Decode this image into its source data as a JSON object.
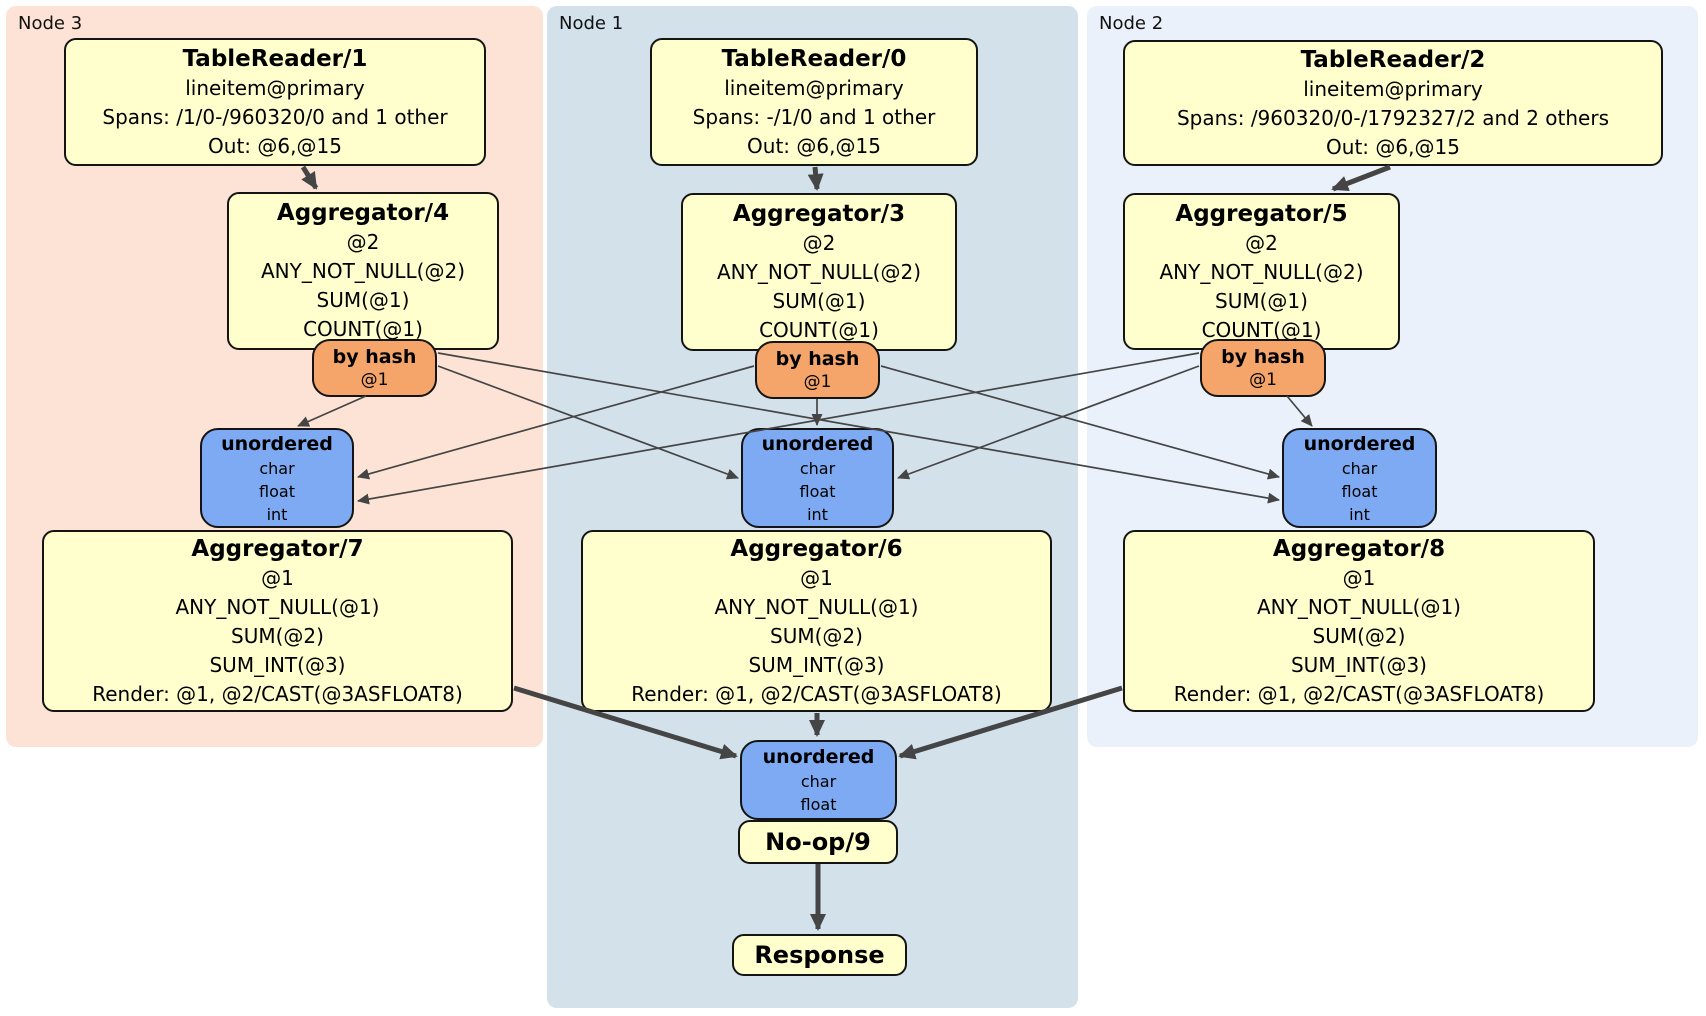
{
  "nodes": {
    "node3": {
      "label": "Node 3",
      "table_reader": {
        "title": "TableReader/1",
        "lines": [
          "lineitem@primary",
          "Spans: /1/0-/960320/0 and 1 other",
          "Out: @6,@15"
        ]
      },
      "aggregator_top": {
        "title": "Aggregator/4",
        "lines": [
          "@2",
          "ANY_NOT_NULL(@2)",
          "SUM(@1)",
          "COUNT(@1)"
        ]
      },
      "hash_router": {
        "title": "by hash",
        "detail": "@1"
      },
      "sync": {
        "title": "unordered",
        "lines": [
          "char",
          "float",
          "int"
        ]
      },
      "aggregator_bottom": {
        "title": "Aggregator/7",
        "lines": [
          "@1",
          "ANY_NOT_NULL(@1)",
          "SUM(@2)",
          "SUM_INT(@3)",
          "Render: @1, @2/CAST(@3ASFLOAT8)"
        ]
      }
    },
    "node1": {
      "label": "Node 1",
      "table_reader": {
        "title": "TableReader/0",
        "lines": [
          "lineitem@primary",
          "Spans: -/1/0 and 1 other",
          "Out: @6,@15"
        ]
      },
      "aggregator_top": {
        "title": "Aggregator/3",
        "lines": [
          "@2",
          "ANY_NOT_NULL(@2)",
          "SUM(@1)",
          "COUNT(@1)"
        ]
      },
      "hash_router": {
        "title": "by hash",
        "detail": "@1"
      },
      "sync": {
        "title": "unordered",
        "lines": [
          "char",
          "float",
          "int"
        ]
      },
      "aggregator_bottom": {
        "title": "Aggregator/6",
        "lines": [
          "@1",
          "ANY_NOT_NULL(@1)",
          "SUM(@2)",
          "SUM_INT(@3)",
          "Render: @1, @2/CAST(@3ASFLOAT8)"
        ]
      }
    },
    "node2": {
      "label": "Node 2",
      "table_reader": {
        "title": "TableReader/2",
        "lines": [
          "lineitem@primary",
          "Spans: /960320/0-/1792327/2 and 2 others",
          "Out: @6,@15"
        ]
      },
      "aggregator_top": {
        "title": "Aggregator/5",
        "lines": [
          "@2",
          "ANY_NOT_NULL(@2)",
          "SUM(@1)",
          "COUNT(@1)"
        ]
      },
      "hash_router": {
        "title": "by hash",
        "detail": "@1"
      },
      "sync": {
        "title": "unordered",
        "lines": [
          "char",
          "float",
          "int"
        ]
      },
      "aggregator_bottom": {
        "title": "Aggregator/8",
        "lines": [
          "@1",
          "ANY_NOT_NULL(@1)",
          "SUM(@2)",
          "SUM_INT(@3)",
          "Render: @1, @2/CAST(@3ASFLOAT8)"
        ]
      }
    }
  },
  "output_stage": {
    "sync": {
      "title": "unordered",
      "lines": [
        "char",
        "float"
      ]
    },
    "noop": {
      "title": "No-op/9"
    },
    "response": {
      "title": "Response"
    }
  },
  "edges": [
    {
      "from": "TableReader/1",
      "to": "Aggregator/4"
    },
    {
      "from": "TableReader/0",
      "to": "Aggregator/3"
    },
    {
      "from": "TableReader/2",
      "to": "Aggregator/5"
    },
    {
      "from": "by hash (Node 3)",
      "to": "unordered (Node 3)"
    },
    {
      "from": "by hash (Node 3)",
      "to": "unordered (Node 1)"
    },
    {
      "from": "by hash (Node 3)",
      "to": "unordered (Node 2)"
    },
    {
      "from": "by hash (Node 1)",
      "to": "unordered (Node 3)"
    },
    {
      "from": "by hash (Node 1)",
      "to": "unordered (Node 1)"
    },
    {
      "from": "by hash (Node 1)",
      "to": "unordered (Node 2)"
    },
    {
      "from": "by hash (Node 2)",
      "to": "unordered (Node 3)"
    },
    {
      "from": "by hash (Node 2)",
      "to": "unordered (Node 1)"
    },
    {
      "from": "by hash (Node 2)",
      "to": "unordered (Node 2)"
    },
    {
      "from": "Aggregator/7",
      "to": "unordered (final)"
    },
    {
      "from": "Aggregator/6",
      "to": "unordered (final)"
    },
    {
      "from": "Aggregator/8",
      "to": "unordered (final)"
    },
    {
      "from": "No-op/9",
      "to": "Response"
    }
  ],
  "colors": {
    "node3_bg": "#fce3d5",
    "node1_bg": "#d3e1eb",
    "node2_bg": "#eaf1fa",
    "processor_fill": "#ffffcd",
    "router_fill": "#f5a569",
    "sync_fill": "#7daaf2",
    "box_border": "#141414",
    "edge": "#454545"
  }
}
